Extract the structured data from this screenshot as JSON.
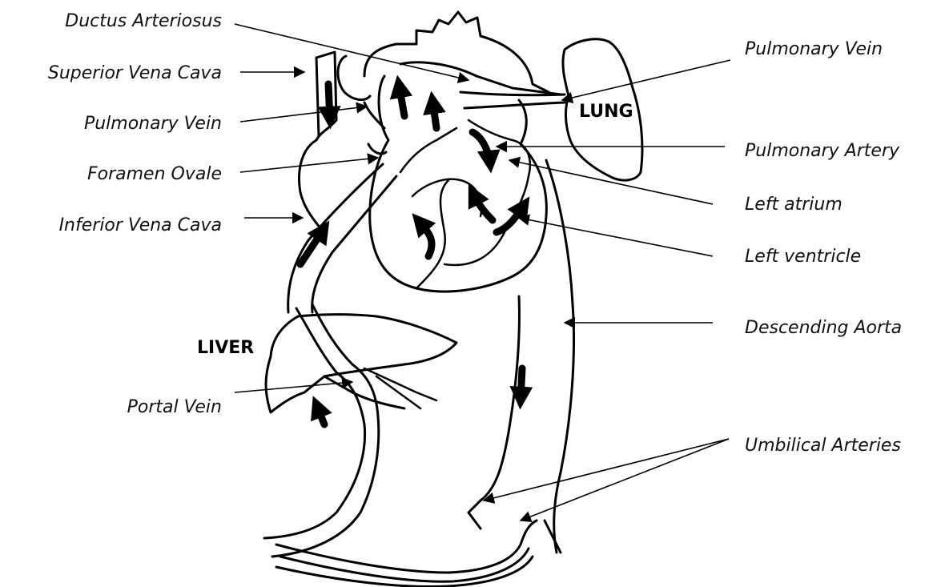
{
  "labels": {
    "ductus_arteriosus": "Ductus Arteriosus",
    "superior_vena_cava": "Superior Vena Cava",
    "pulmonary_vein_left": "Pulmonary Vein",
    "foramen_ovale": "Foramen Ovale",
    "inferior_vena_cava": "Inferior Vena Cava",
    "portal_vein": "Portal Vein",
    "pulmonary_vein_right": "Pulmonary Vein",
    "pulmonary_artery": "Pulmonary Artery",
    "left_atrium": "Left atrium",
    "left_ventricle": "Left ventricle",
    "descending_aorta": "Descending Aorta",
    "umbilical_arteries": "Umbilical Arteries"
  },
  "organs": {
    "lung": "LUNG",
    "liver": "LIVER"
  }
}
